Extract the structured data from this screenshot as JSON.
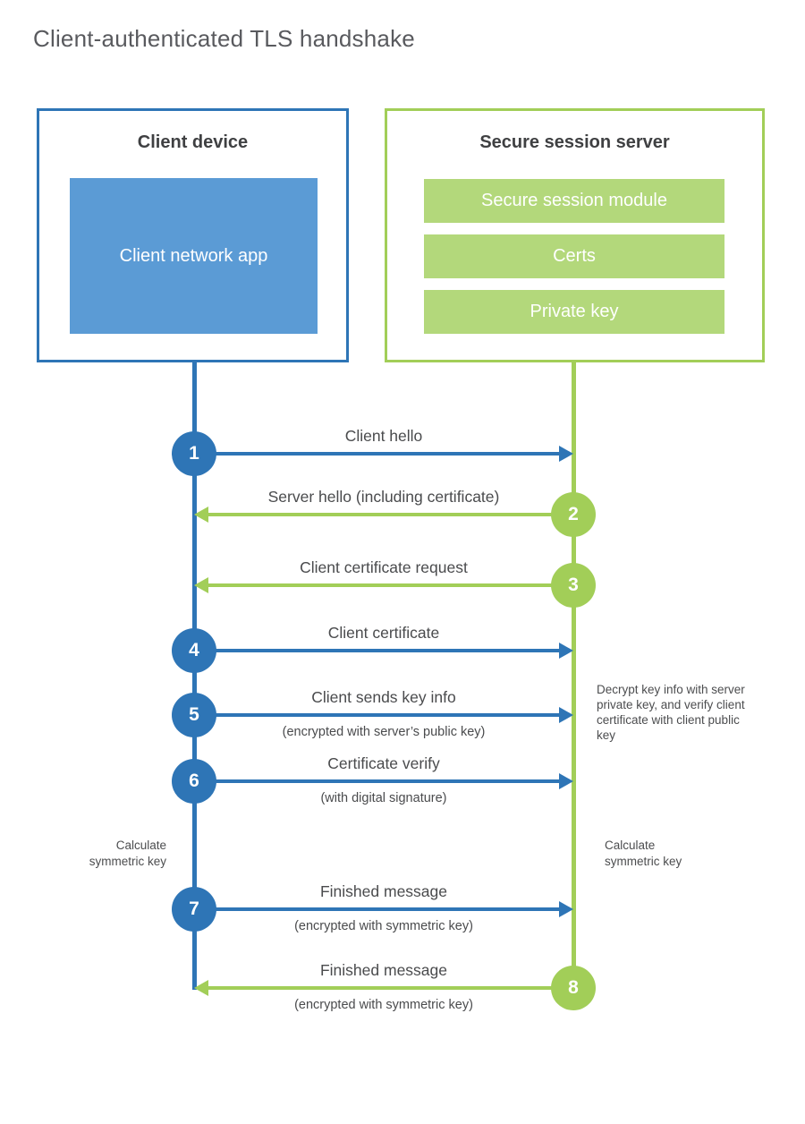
{
  "title": "Client-authenticated TLS handshake",
  "colors": {
    "blue": "#2e75b6",
    "blue-fill": "#5b9bd5",
    "green": "#a2ce58",
    "green-fill": "#b3d87b",
    "heading": "#3f4042",
    "label": "#4a4b4d",
    "title": "#595a5e"
  },
  "client_box": {
    "title": "Client device",
    "app": "Client network app"
  },
  "server_box": {
    "title": "Secure session server",
    "modules": [
      "Secure session module",
      "Certs",
      "Private key"
    ]
  },
  "messages": [
    {
      "step": "1",
      "direction": "client-to-server",
      "label": "Client hello",
      "sublabel": ""
    },
    {
      "step": "2",
      "direction": "server-to-client",
      "label": "Server hello (including certificate)",
      "sublabel": ""
    },
    {
      "step": "3",
      "direction": "server-to-client",
      "label": "Client certificate request",
      "sublabel": ""
    },
    {
      "step": "4",
      "direction": "client-to-server",
      "label": "Client certificate",
      "sublabel": ""
    },
    {
      "step": "5",
      "direction": "client-to-server",
      "label": "Client sends key info",
      "sublabel": "(encrypted with server’s public key)"
    },
    {
      "step": "6",
      "direction": "client-to-server",
      "label": "Certificate verify",
      "sublabel": "(with digital signature)"
    },
    {
      "step": "7",
      "direction": "client-to-server",
      "label": "Finished message",
      "sublabel": "(encrypted with symmetric key)"
    },
    {
      "step": "8",
      "direction": "server-to-client",
      "label": "Finished message",
      "sublabel": "(encrypted with symmetric key)"
    }
  ],
  "annotations": {
    "decrypt_note": "Decrypt key info with server private key, and verify client certificate with client public key",
    "calc_left": "Calculate symmetric key",
    "calc_right": "Calculate symmetric key"
  }
}
